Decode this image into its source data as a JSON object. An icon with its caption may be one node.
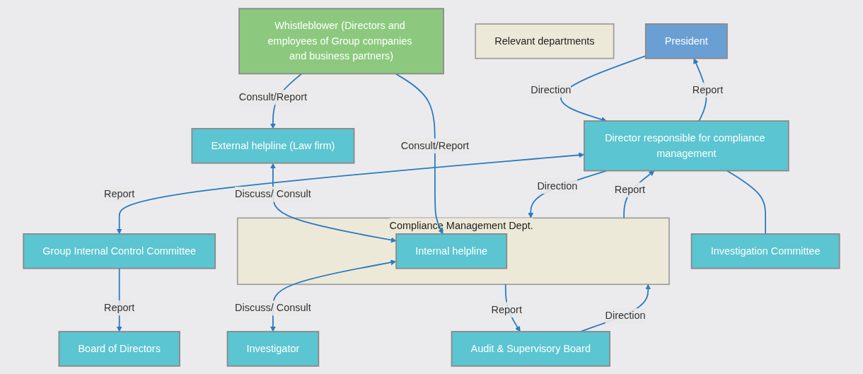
{
  "diagram": {
    "nodes": [
      {
        "text": [
          "President"
        ]
      },
      {
        "text": [
          "Board of Directors"
        ]
      },
      {
        "text": [
          "Audit & Supervisory Board"
        ]
      },
      {
        "text": [
          "Director responsible for compliance management"
        ]
      },
      {
        "text": [
          "Group Internal Control Committee"
        ]
      },
      {
        "text": [
          "Investigation Committee"
        ]
      },
      {
        "text": [
          "Compliance Management Dept."
        ]
      },
      {
        "text": [
          "Relevant departments"
        ]
      },
      {
        "text": [
          "External helpline (Law firm)"
        ]
      },
      {
        "text": [
          "Internal helpline"
        ],
        "in": 6
      },
      {
        "text": [
          "Investigator"
        ]
      },
      {
        "text": [
          "Whistleblower (Directors and employees of Group companies and business partners)"
        ]
      }
    ],
    "edges": [
      {
        "from": 0,
        "to": 3,
        "arrow": "to",
        "label": "Direction"
      },
      {
        "from": 3,
        "to": 0,
        "arrow": "to",
        "label": "Report"
      },
      {
        "from": 4,
        "to": 1,
        "arrow": "to",
        "label": "Report"
      },
      {
        "from": 3,
        "to": 4,
        "arrow": "both",
        "label": "Report"
      },
      {
        "from": 3,
        "to": 5,
        "arrow": "none"
      },
      {
        "from": 2,
        "to": 6,
        "arrow": "to",
        "label": "Direction"
      },
      {
        "from": 6,
        "to": 2,
        "arrow": "to",
        "label": "Report"
      },
      {
        "from": 3,
        "to": 6,
        "arrow": "to",
        "label": "Direction"
      },
      {
        "from": 6,
        "to": 3,
        "arrow": "to",
        "label": "Report"
      },
      {
        "from": 8,
        "to": 9,
        "arrow": "both",
        "label": "Discuss/ Consult"
      },
      {
        "from": 9,
        "to": 10,
        "arrow": "both",
        "label": "Discuss/ Consult"
      },
      {
        "from": 11,
        "to": 8,
        "arrow": "to",
        "label": "Consult/Report"
      },
      {
        "from": 11,
        "to": 9,
        "arrow": "to",
        "label": "Consult/Report"
      }
    ]
  }
}
